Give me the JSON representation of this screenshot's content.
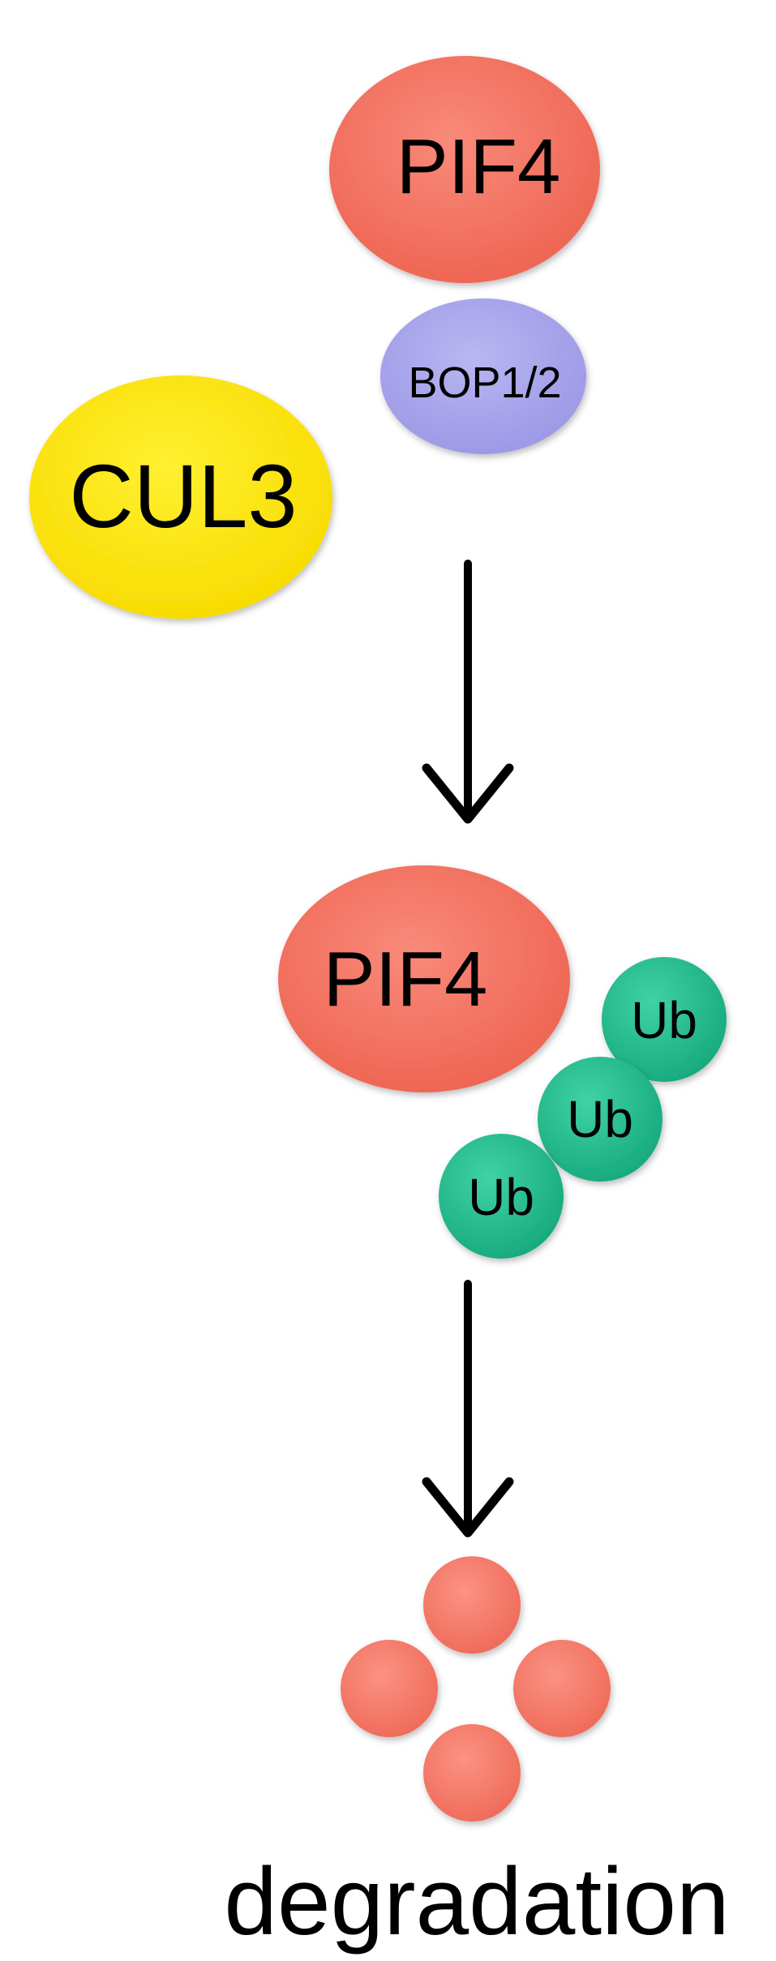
{
  "labels": {
    "pif4_top": "PIF4",
    "bop": "BOP1/2",
    "cul3": "CUL3",
    "pif4_mid": "PIF4",
    "ub_1": "Ub",
    "ub_2": "Ub",
    "ub_3": "Ub",
    "degradation": "degradation"
  },
  "colors": {
    "pif4": "#f26f5e",
    "bop": "#a6a3ea",
    "cul3": "#ffe400",
    "ub": "#1fbd8f",
    "fragment": "#f47566",
    "arrow": "#000000",
    "text": "#000000"
  },
  "icons": {
    "arrow": "arrow-down-icon"
  }
}
